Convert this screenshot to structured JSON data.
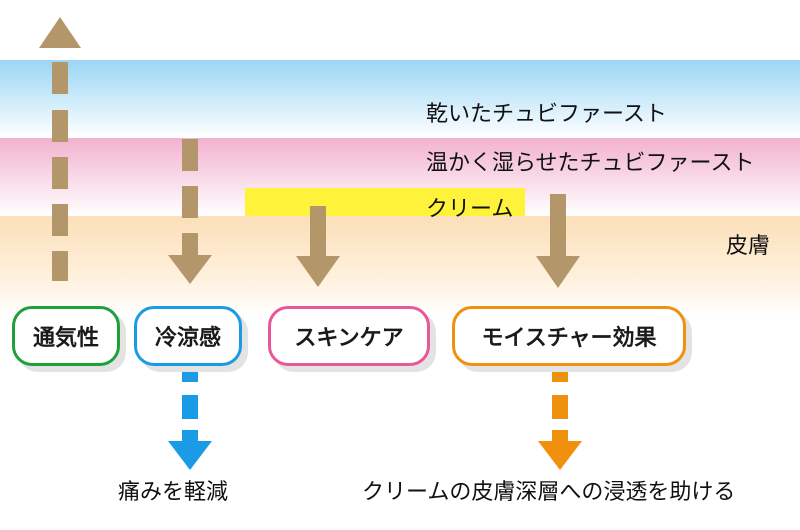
{
  "layers": {
    "dry_towel": "乾いたチュビファースト",
    "warm_wet_towel": "温かく湿らせたチュビファースト",
    "cream": "クリーム",
    "skin": "皮膚"
  },
  "effects": [
    {
      "label": "通気性",
      "color": "#1ea03a"
    },
    {
      "label": "冷涼感",
      "color": "#1a9be6"
    },
    {
      "label": "スキンケア",
      "color": "#e8579b"
    },
    {
      "label": "モイスチャー効果",
      "color": "#f0900f"
    }
  ],
  "results": {
    "pain_relief": "痛みを軽減",
    "penetration": "クリームの皮膚深層への浸透を助ける"
  },
  "colors": {
    "arrow_main": "#b3976a",
    "arrow_cool": "#1a9be6",
    "arrow_moist": "#f0900f",
    "cream_bar": "#fff23a"
  }
}
